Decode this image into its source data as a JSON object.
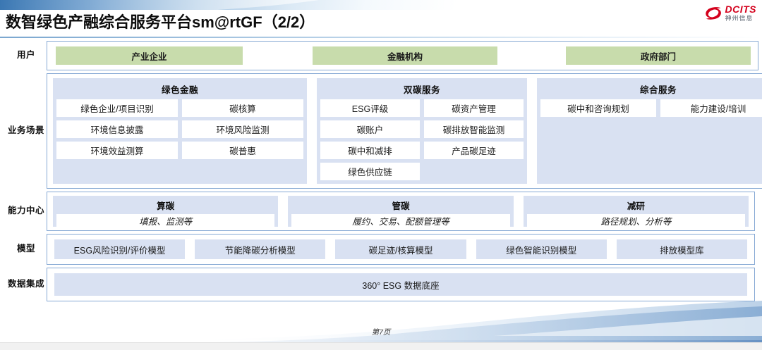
{
  "slide": {
    "title": "数智绿色产融综合服务平台sm@rtGF（2/2）",
    "page_number": "第7页"
  },
  "logo": {
    "icon": "dcits-swirl-logo",
    "en": "DCITS",
    "cn": "神州信息",
    "color": "#d4001c"
  },
  "colors": {
    "green_chip": "#c8dcac",
    "blue_panel": "#d9e1f2",
    "frame_border": "#86a9d4",
    "accent": "#2f6fae"
  },
  "rows": {
    "user": {
      "label": "用户",
      "chips": [
        "产业企业",
        "金融机构",
        "政府部门"
      ]
    },
    "business": {
      "label": "业务场景",
      "panels": [
        {
          "title": "绿色金融",
          "items": [
            "绿色企业/项目识别",
            "碳核算",
            "环境信息披露",
            "环境风险监测",
            "环境效益测算",
            "碳普惠"
          ]
        },
        {
          "title": "双碳服务",
          "items": [
            "ESG评级",
            "碳资产管理",
            "碳账户",
            "碳排放智能监测",
            "碳中和减排",
            "产品碳足迹",
            "绿色供应链"
          ]
        },
        {
          "title": "综合服务",
          "items": [
            "碳中和咨询规划",
            "能力建设/培训"
          ]
        }
      ]
    },
    "capability": {
      "label": "能力中心",
      "panels": [
        {
          "title": "算碳",
          "sub": "填报、监测等"
        },
        {
          "title": "管碳",
          "sub": "履约、交易、配额管理等"
        },
        {
          "title": "减研",
          "sub": "路径规划、分析等"
        }
      ]
    },
    "model": {
      "label": "模型",
      "items": [
        "ESG风险识别/评价模型",
        "节能降碳分析模型",
        "碳足迹/核算模型",
        "绿色智能识别模型",
        "排放模型库"
      ]
    },
    "data": {
      "label": "数据集成",
      "item": "360° ESG 数据底座"
    }
  }
}
